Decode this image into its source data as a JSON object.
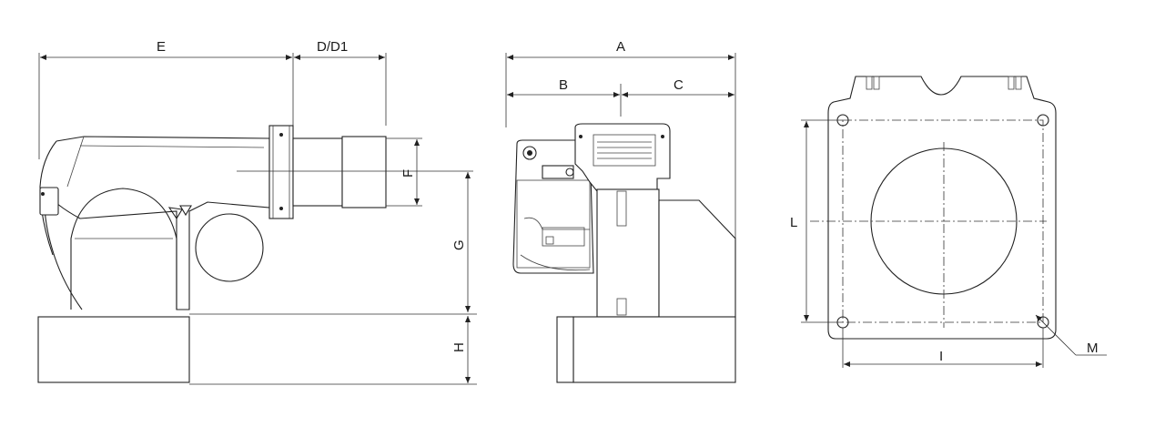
{
  "dimensions": {
    "E": "E",
    "D": "D/D1",
    "A": "A",
    "B": "B",
    "C": "C",
    "F": "F",
    "G": "G",
    "H": "H",
    "L": "L",
    "I": "I",
    "M": "M"
  }
}
